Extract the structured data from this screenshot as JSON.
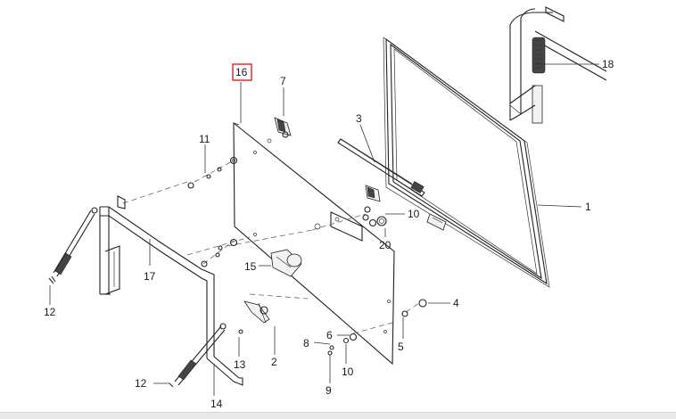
{
  "callouts": {
    "c1": "1",
    "c2": "2",
    "c3": "3",
    "c4": "4",
    "c5": "5",
    "c6": "6",
    "c7": "7",
    "c8": "8",
    "c9": "9",
    "c10a": "10",
    "c10b": "10",
    "c11": "11",
    "c12a": "12",
    "c12b": "12",
    "c13": "13",
    "c14": "14",
    "c15": "15",
    "c16": "16",
    "c17": "17",
    "c18": "18",
    "c20": "20"
  },
  "colors": {
    "highlight_box": "#e0302f",
    "line": "#222222",
    "background": "#ffffff"
  }
}
